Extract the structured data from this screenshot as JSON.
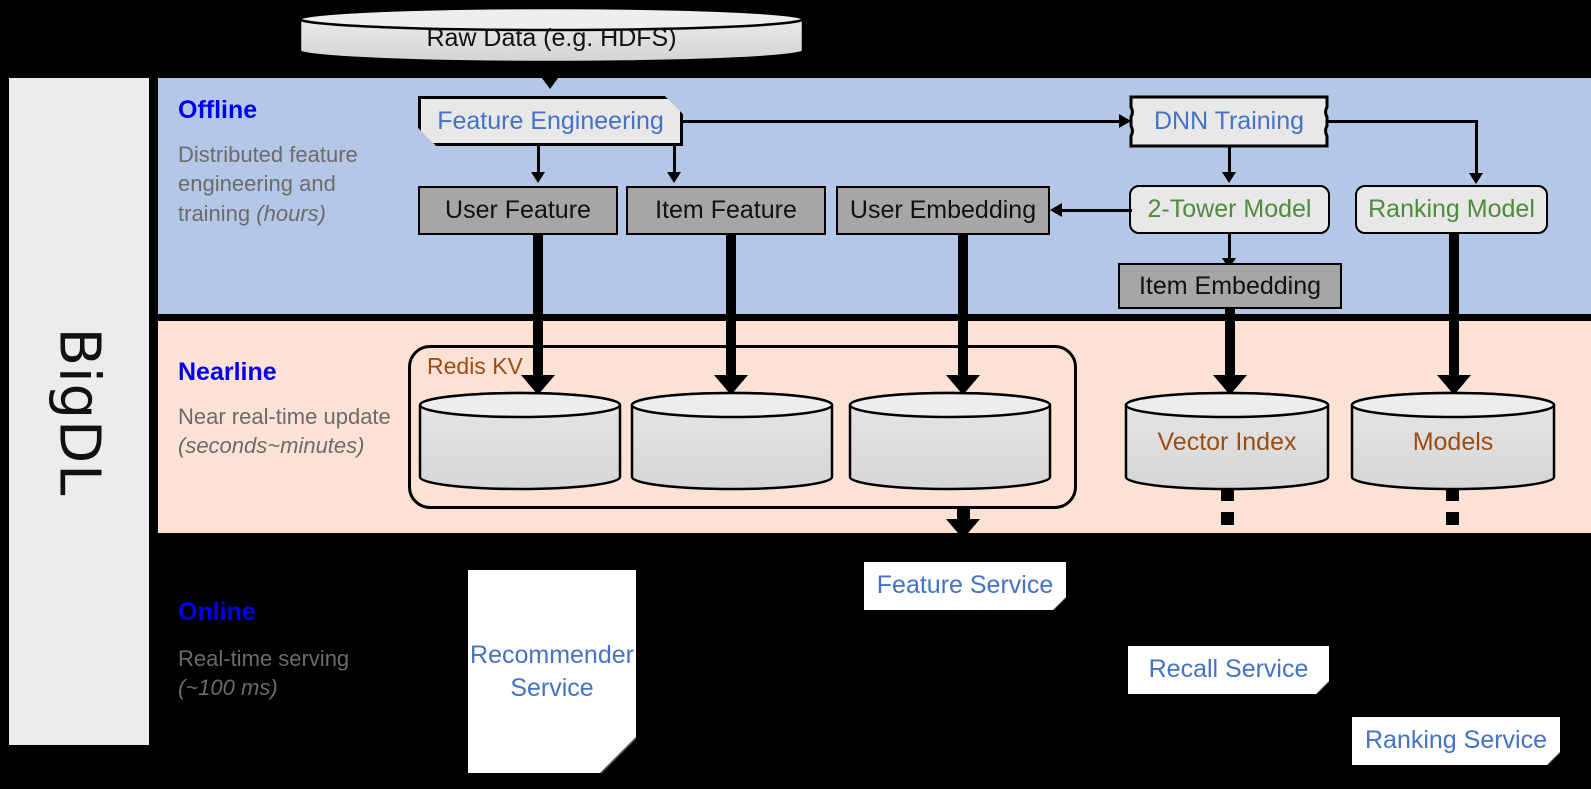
{
  "framework": {
    "name": "BigDL"
  },
  "source": {
    "label": "Raw Data (e.g. HDFS)"
  },
  "bands": {
    "offline": {
      "title": "Offline",
      "subtitle": "Distributed feature engineering and training ",
      "subtitle_italic": "(hours)",
      "color": "#b4c7e7"
    },
    "nearline": {
      "title": "Nearline",
      "subtitle": "Near real-time update ",
      "subtitle_italic": "(seconds~minutes)",
      "color": "#fbe2d5"
    },
    "online": {
      "title": "Online",
      "subtitle": "Real-time serving ",
      "subtitle_italic": "(~100 ms)",
      "color": "#000000"
    }
  },
  "offline": {
    "feature_engineering": "Feature Engineering",
    "dnn_training": "DNN Training",
    "user_feature": "User Feature",
    "item_feature": "Item Feature",
    "user_embedding": "User Embedding",
    "two_tower_model": "2-Tower Model",
    "ranking_model": "Ranking Model",
    "item_embedding": "Item Embedding"
  },
  "nearline": {
    "redis_label": "Redis KV",
    "store_user_feature": "",
    "store_item_feature": "",
    "store_user_embedding": "",
    "vector_index": "Vector Index",
    "models": "Models"
  },
  "online": {
    "recommender_service": "Recommender Service",
    "feature_service": "Feature Service",
    "recall_service": "Recall Service",
    "ranking_service": "Ranking Service"
  },
  "colors": {
    "blue_text": "#4472c4",
    "green_text": "#4e8b3c",
    "brown_text": "#9c4d14",
    "band_label": "#0000ee",
    "gray_box": "#a6a6a6"
  }
}
